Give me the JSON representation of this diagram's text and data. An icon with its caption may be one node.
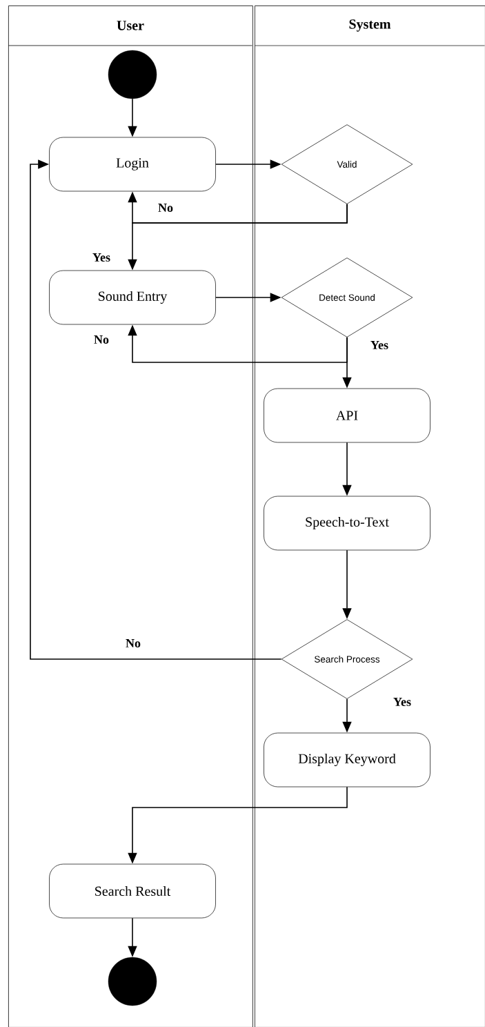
{
  "diagram": {
    "nodes": [
      {
        "text": [
          "User"
        ]
      },
      {
        "text": [
          "System"
        ]
      },
      {
        "text": [],
        "shape": "circle",
        "in": 0
      },
      {
        "text": [
          "Login"
        ],
        "in": 0
      },
      {
        "text": [
          "Valid"
        ],
        "in": 1
      },
      {
        "text": [
          "Sound Entry"
        ],
        "in": 0
      },
      {
        "text": [
          "Detect Sound"
        ],
        "in": 1
      },
      {
        "text": [
          "API"
        ],
        "in": 1
      },
      {
        "text": [
          "Speech-to-Text"
        ],
        "in": 1
      },
      {
        "text": [
          "Search Process"
        ],
        "in": 1
      },
      {
        "text": [
          "Display Keyword"
        ],
        "in": 1
      },
      {
        "text": [
          "Search Result"
        ],
        "in": 0
      },
      {
        "text": [],
        "shape": "circle",
        "in": 0
      }
    ],
    "edges": [
      {
        "from": 2,
        "to": 3,
        "arrow": "to"
      },
      {
        "from": 3,
        "to": 4,
        "arrow": "to"
      },
      {
        "from": 4,
        "to": 3,
        "arrow": "to",
        "label": "No"
      },
      {
        "from": 4,
        "to": 5,
        "arrow": "to",
        "label": "Yes"
      },
      {
        "from": 5,
        "to": 6,
        "arrow": "to"
      },
      {
        "from": 6,
        "to": 5,
        "arrow": "to",
        "label": "No"
      },
      {
        "from": 6,
        "to": 7,
        "arrow": "to",
        "label": "Yes"
      },
      {
        "from": 7,
        "to": 8,
        "arrow": "to"
      },
      {
        "from": 8,
        "to": 9,
        "arrow": "to"
      },
      {
        "from": 9,
        "to": 3,
        "arrow": "to",
        "label": "No"
      },
      {
        "from": 9,
        "to": 10,
        "arrow": "to",
        "label": "Yes"
      },
      {
        "from": 10,
        "to": 11,
        "arrow": "to"
      },
      {
        "from": 11,
        "to": 12,
        "arrow": "to"
      }
    ]
  }
}
